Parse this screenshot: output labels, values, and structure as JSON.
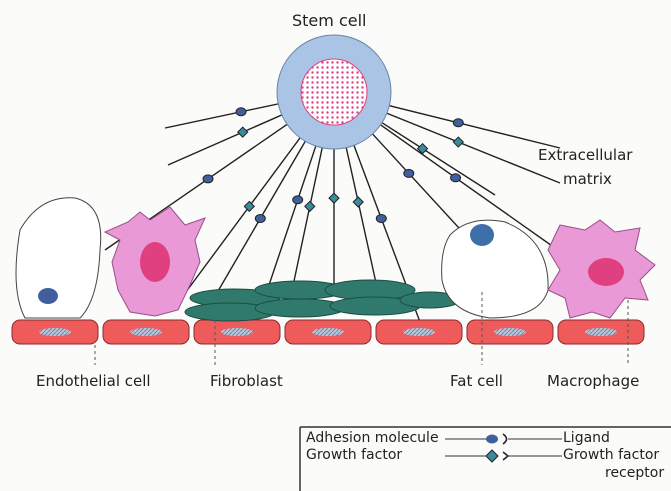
{
  "labels": {
    "stem_cell": "Stem cell",
    "extracellular_matrix": [
      "Extracellular",
      "matrix"
    ],
    "endothelial_cell": "Endothelial cell",
    "fibroblast": "Fibroblast",
    "fat_cell": "Fat cell",
    "macrophage": "Macrophage"
  },
  "legend": {
    "adhesion_molecule": "Adhesion molecule",
    "growth_factor": "Growth factor",
    "ligand": "Ligand",
    "growth_factor_receptor": [
      "Growth factor",
      "receptor"
    ]
  },
  "colors": {
    "stem_outer": "#a9c4e4",
    "stem_nucleus": "#e0407f",
    "endothelial": "#ef5b5b",
    "pink_cell": "#e99ad6",
    "fibroblast": "#2f7a6c",
    "molecule": "#3f5f9f"
  }
}
